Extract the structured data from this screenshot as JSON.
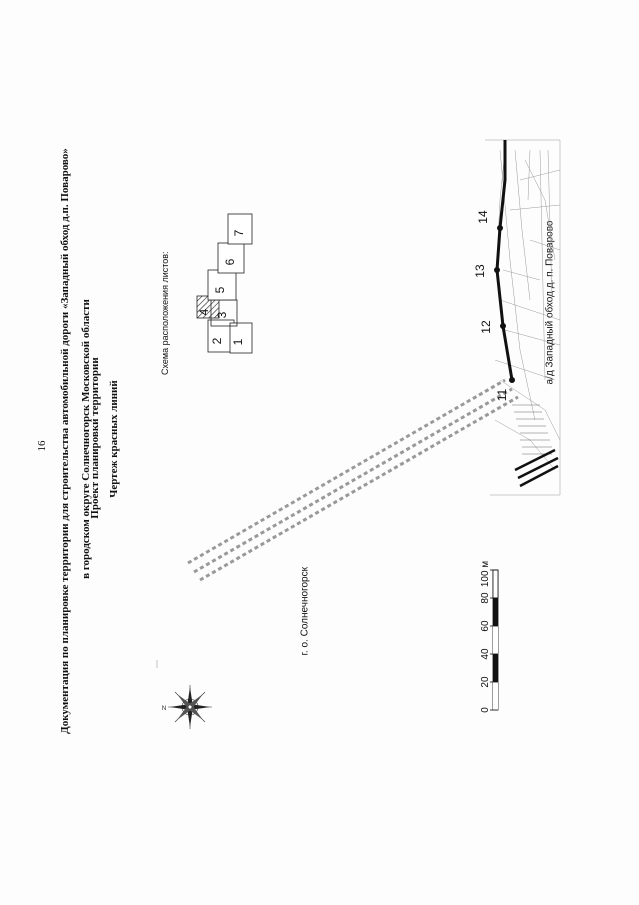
{
  "page_number": "16",
  "title": {
    "line1": "Документация по планировке территории для строительства автомобильной дороги «Западный обход д.п. Поварово»",
    "line2": "в городском округе Солнечногорск Московской области",
    "line3": "Проект планировки территории",
    "line4": "Чертеж красных линий"
  },
  "sheet_scheme": {
    "label": "Схема расположения листов:",
    "sheets": [
      "1",
      "2",
      "3",
      "4",
      "5",
      "6",
      "7"
    ]
  },
  "map": {
    "city_label": "г. о. Солнечногорск",
    "road_label": "а/д Западный обход д. п. Поварово",
    "points": [
      "11",
      "12",
      "13",
      "14"
    ],
    "road_color": "#111111"
  },
  "compass": {
    "north_label": "N"
  },
  "scale_bar": {
    "ticks": [
      "0",
      "20",
      "40",
      "60",
      "80",
      "100 м"
    ]
  }
}
